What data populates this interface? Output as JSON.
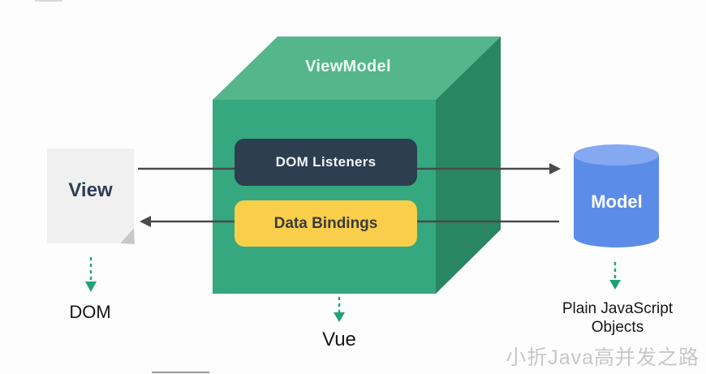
{
  "diagram": {
    "view": {
      "label": "View",
      "arrow_caption": "DOM"
    },
    "viewmodel": {
      "label": "ViewModel",
      "dom_listeners_label": "DOM Listeners",
      "data_bindings_label": "Data Bindings",
      "arrow_caption": "Vue"
    },
    "model": {
      "label": "Model",
      "arrow_caption_line1": "Plain JavaScript",
      "arrow_caption_line2": "Objects"
    },
    "watermark": "小折Java高并发之路",
    "colors": {
      "background": "#fdfdfd",
      "cube_top": "#55b68c",
      "cube_front": "#35a87f",
      "cube_side": "#288663",
      "dom_listeners_bg": "#2c3e50",
      "data_bindings_bg": "#f9ce4b",
      "model_body": "#5b8ce8",
      "model_top": "#84a9f1",
      "page_fill": "#f0f0f0",
      "page_fold": "#c8c8c8",
      "arrow": "#4a4a4a",
      "dashed_arrow": "#21a179"
    }
  }
}
